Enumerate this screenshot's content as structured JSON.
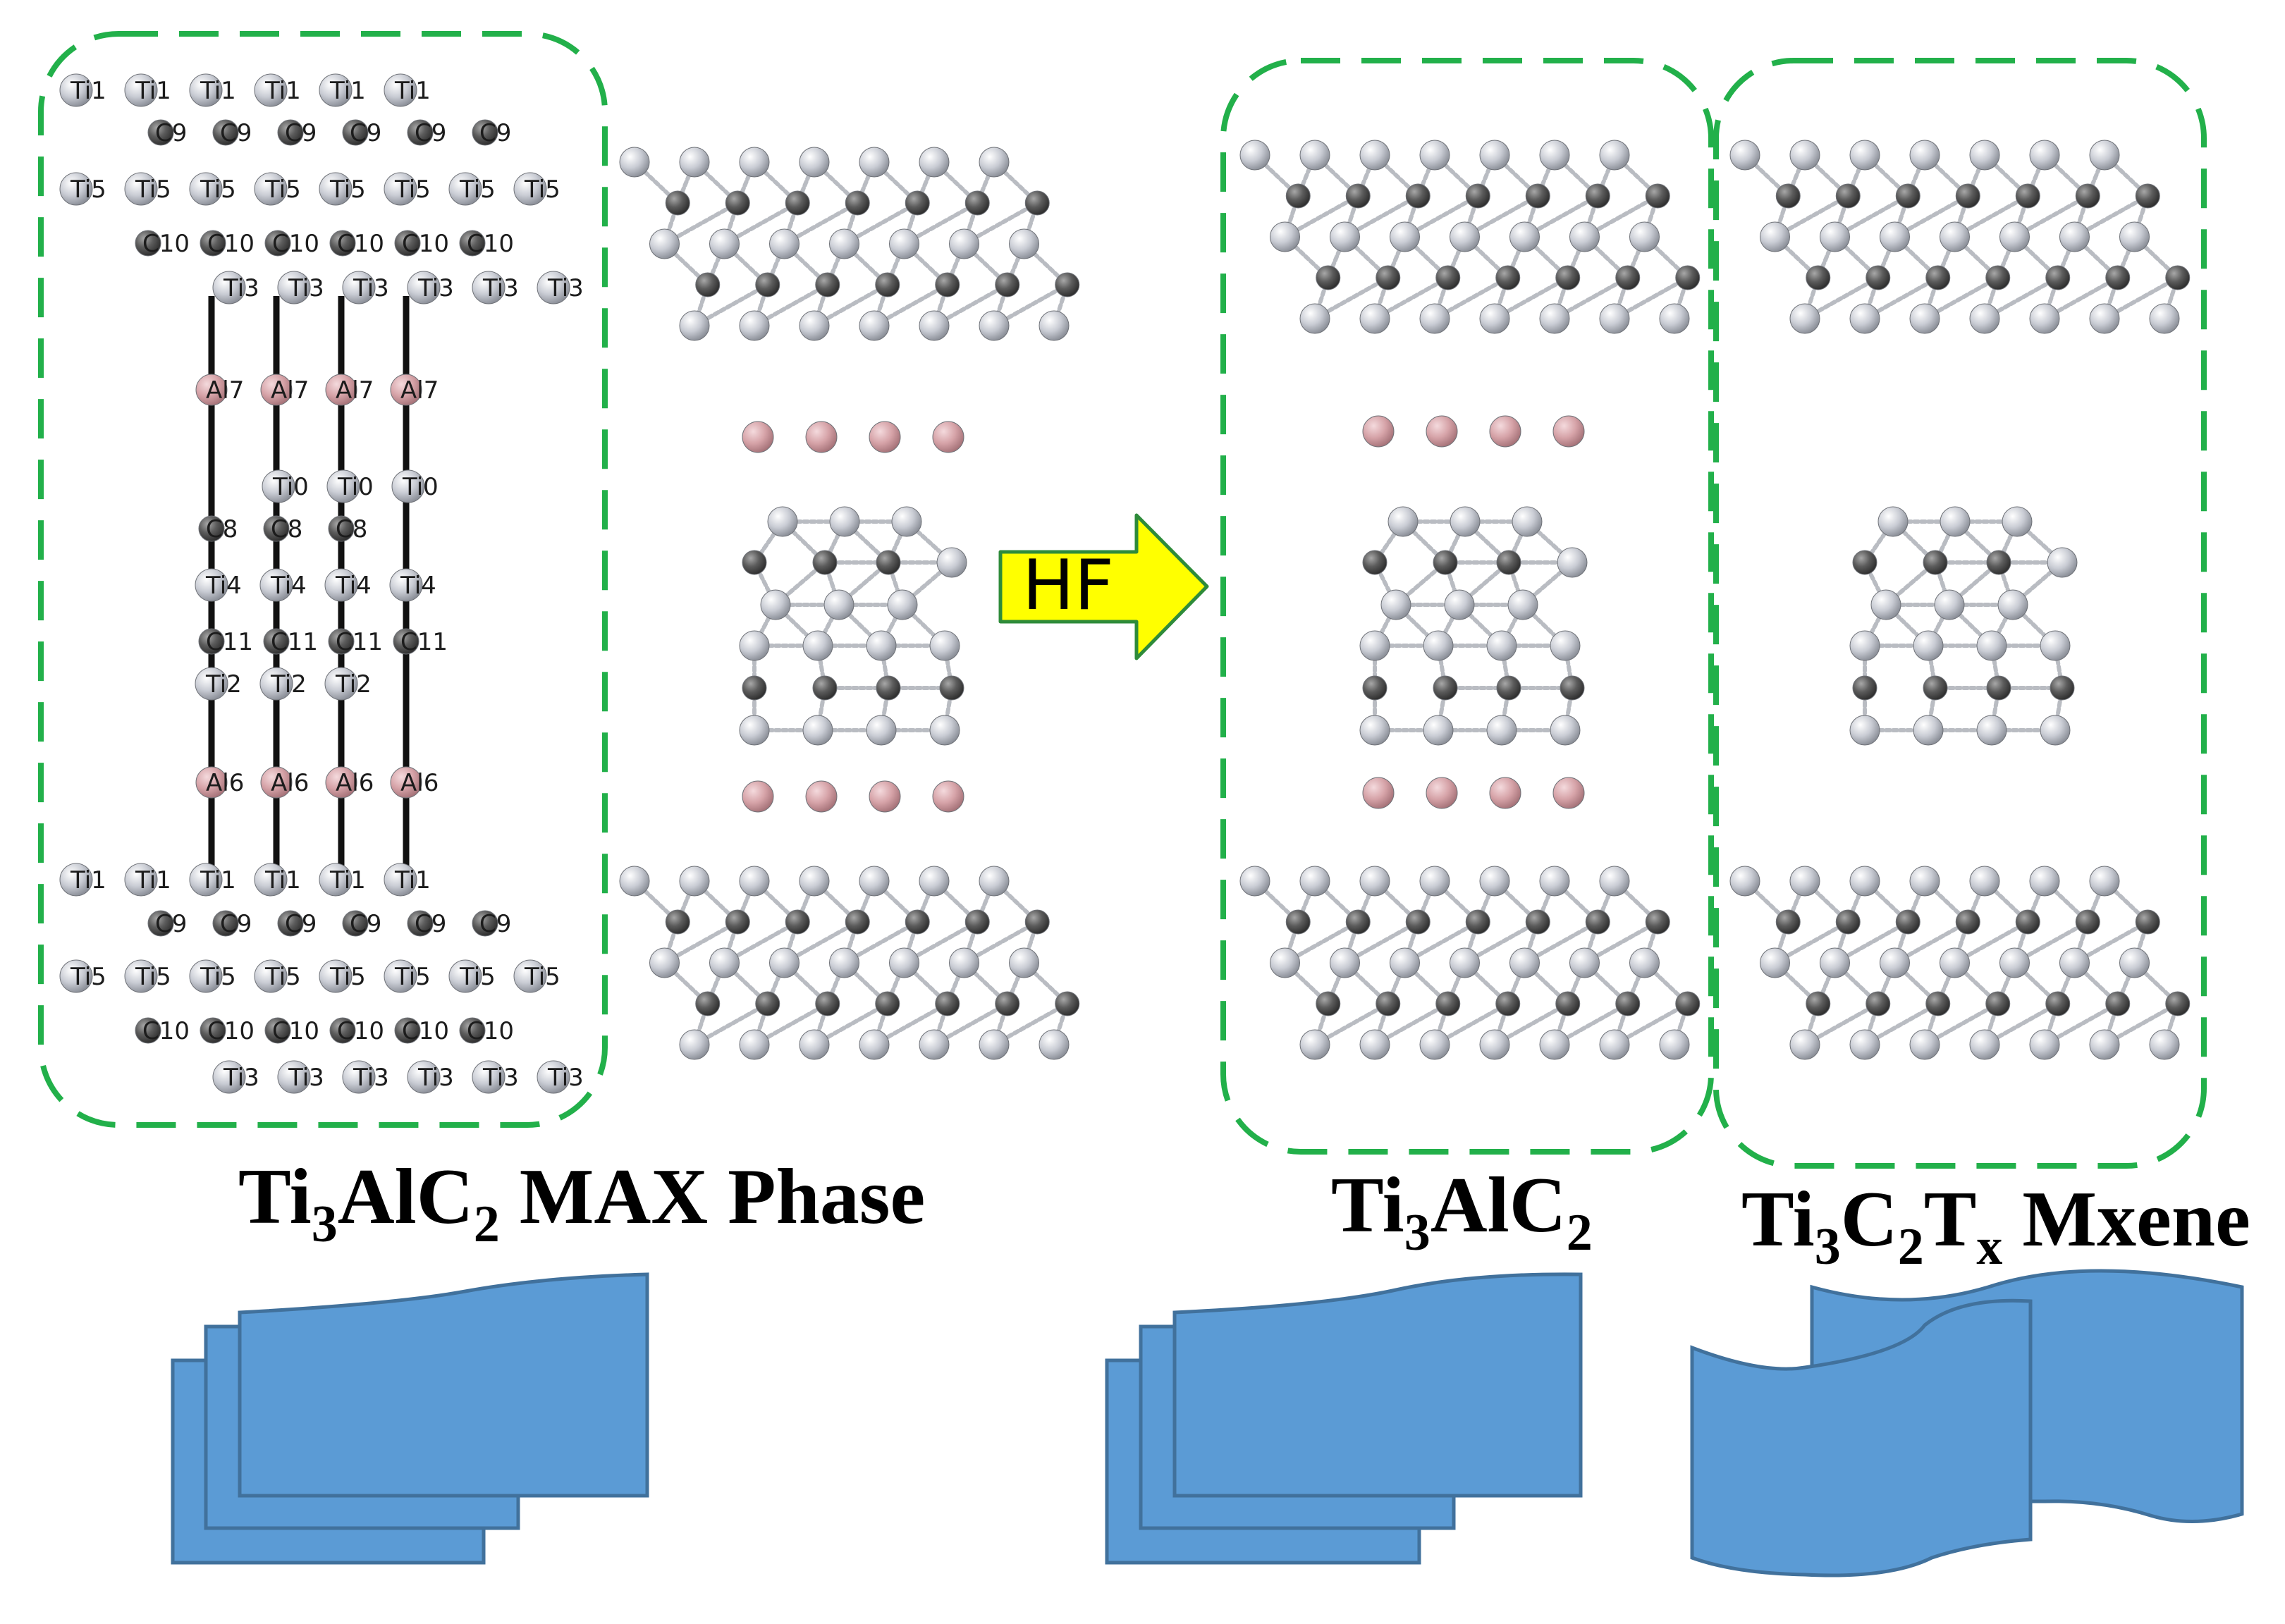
{
  "colors": {
    "dashed_box": "#22b04a",
    "ti_atom": "#c9ccd4",
    "c_atom": "#5c5c5c",
    "al_atom": "#d6a3a8",
    "sheet_fill": "#5b9bd5",
    "sheet_stroke": "#41719c",
    "arrow_fill": "#ffff00",
    "arrow_stroke": "#2e8b3a"
  },
  "arrow": {
    "label": "HF"
  },
  "captions": {
    "max_phase": {
      "pre": "Ti",
      "sub1": "3",
      "mid": "AlC",
      "sub2": "2",
      "post": " MAX Phase"
    },
    "ti3alc2": {
      "pre": "Ti",
      "sub1": "3",
      "mid": "AlC",
      "sub2": "2"
    },
    "mxene": {
      "pre": "Ti",
      "sub1": "3",
      "mid": "C",
      "sub2": "2",
      "mid2": "T",
      "sub3": "x",
      "post": " Mxene"
    }
  },
  "atom_labels": {
    "row_ti1_top": [
      "Ti1",
      "Ti1",
      "Ti1",
      "Ti1",
      "Ti1",
      "Ti1"
    ],
    "row_c9_top": [
      "C9",
      "C9",
      "C9",
      "C9",
      "C9",
      "C9"
    ],
    "row_ti5_top": [
      "Ti5",
      "Ti5",
      "Ti5",
      "Ti5",
      "Ti5",
      "Ti5",
      "Ti5",
      "Ti5"
    ],
    "row_c10_top": [
      "C10",
      "C10",
      "C10",
      "C10",
      "C10",
      "C10"
    ],
    "row_ti3_top": [
      "Ti3",
      "Ti3",
      "Ti3",
      "Ti3",
      "Ti3",
      "Ti3"
    ],
    "row_al7": [
      "Al7",
      "Al7",
      "Al7",
      "Al7"
    ],
    "row_ti0": [
      "Ti0",
      "Ti0",
      "Ti0"
    ],
    "row_c8": [
      "C8",
      "C8",
      "C8"
    ],
    "row_ti4": [
      "Ti4",
      "Ti4",
      "Ti4",
      "Ti4"
    ],
    "row_c11": [
      "C11",
      "C11",
      "C11",
      "C11"
    ],
    "row_ti2": [
      "Ti2",
      "Ti2",
      "Ti2"
    ],
    "row_al6": [
      "Al6",
      "Al6",
      "Al6",
      "Al6"
    ],
    "row_ti1_bot": [
      "Ti1",
      "Ti1",
      "Ti1",
      "Ti1",
      "Ti1",
      "Ti1"
    ],
    "row_c9_bot": [
      "C9",
      "C9",
      "C9",
      "C9",
      "C9",
      "C9"
    ],
    "row_ti5_bot": [
      "Ti5",
      "Ti5",
      "Ti5",
      "Ti5",
      "Ti5",
      "Ti5",
      "Ti5",
      "Ti5"
    ],
    "row_c10_bot": [
      "C10",
      "C10",
      "C10",
      "C10",
      "C10",
      "C10"
    ],
    "row_ti3_bot": [
      "Ti3",
      "Ti3",
      "Ti3",
      "Ti3",
      "Ti3",
      "Ti3"
    ]
  }
}
